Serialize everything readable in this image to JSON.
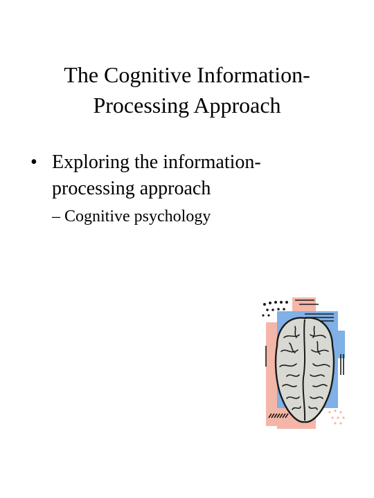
{
  "slide": {
    "title_line1": "The Cognitive Information-",
    "title_line2": "Processing Approach",
    "bullet1_marker": "•",
    "bullet1_line1": "Exploring the information-",
    "bullet1_line2": "processing approach",
    "bullet2": "– Cognitive psychology"
  },
  "clipart": {
    "icon": "brain-icon",
    "colors": {
      "pink": "#f4b6a8",
      "blue": "#7fb0e6",
      "brain": "#d9d9d4",
      "outline": "#1a1a1a"
    }
  }
}
